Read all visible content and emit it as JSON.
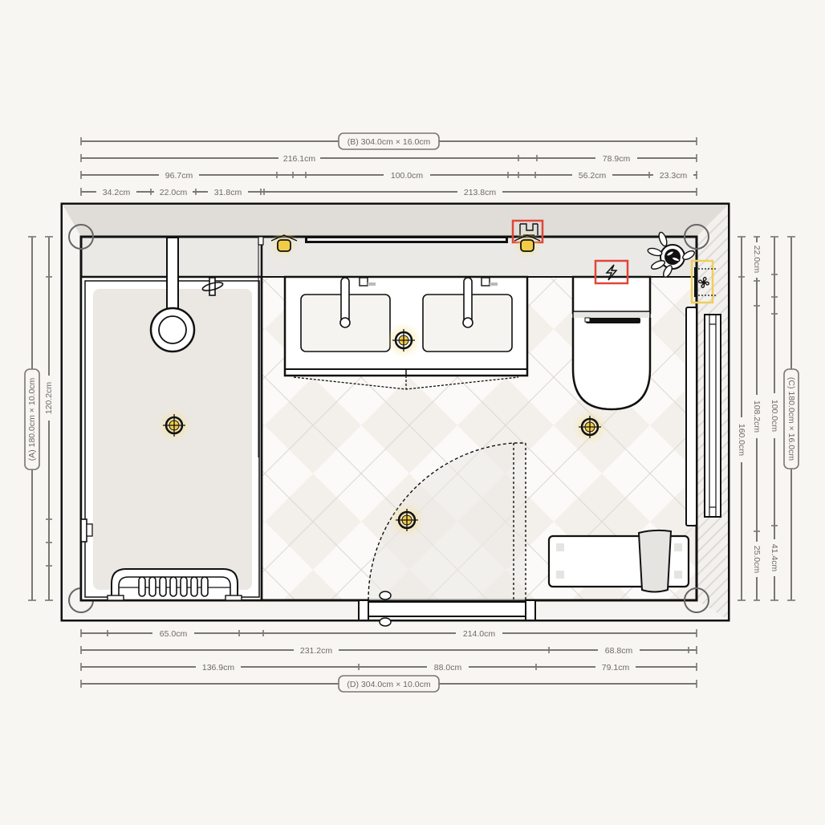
{
  "plan": {
    "title": "Bathroom floor plan",
    "colors": {
      "background": "#f8f6f3",
      "wall_fill": "#e0ddd8",
      "floor_tile_light": "#fbfaf8",
      "floor_tile_dark": "#f2efeb",
      "shower_fill": "#ebe8e4",
      "fixture_fill": "#ffffff",
      "light_yellow": "#f2cc47",
      "highlight_red": "#e0463a",
      "highlight_yellow": "#efcf5a",
      "dimension_gray": "#7a7672",
      "outline": "#111111"
    },
    "walls": {
      "A": "(A) 180.0cm × 10.0cm",
      "B": "(B) 304.0cm × 16.0cm",
      "C": "(C) 180.0cm × 16.0cm",
      "D": "(D) 304.0cm × 10.0cm"
    },
    "top_dimensions": {
      "row1": {
        "label": "(B) 304.0cm × 16.0cm"
      },
      "row2": [
        "216.1cm",
        "78.9cm"
      ],
      "row3": [
        "96.7cm",
        "100.0cm",
        "56.2cm",
        "23.3cm"
      ],
      "row4": [
        "34.2cm",
        "22.0cm",
        "31.8cm",
        "213.8cm"
      ]
    },
    "bottom_dimensions": {
      "row1": [
        "65.0cm",
        "214.0cm"
      ],
      "row2": [
        "231.2cm",
        "68.8cm"
      ],
      "row3": [
        "136.9cm",
        "88.0cm",
        "79.1cm"
      ],
      "row4": {
        "label": "(D) 304.0cm × 10.0cm"
      }
    },
    "left_dimensions": {
      "outer": {
        "label": "(A) 180.0cm × 10.0cm"
      },
      "inner": [
        "120.2cm"
      ]
    },
    "right_dimensions": {
      "col1": [
        "160.0cm"
      ],
      "col2": [
        "22.0cm",
        "108.2cm",
        "25.0cm"
      ],
      "col3": [
        "100.0cm",
        "41.4cm"
      ],
      "col4": {
        "label": "(C) 180.0cm × 16.0cm"
      }
    },
    "fixtures": [
      {
        "name": "shower",
        "icon": "rain-shower-head-icon"
      },
      {
        "name": "double-vanity",
        "icon": "double-sink-icon"
      },
      {
        "name": "toilet",
        "icon": "toilet-icon"
      },
      {
        "name": "towel-radiator",
        "icon": "radiator-icon"
      },
      {
        "name": "bench",
        "icon": "bench-icon"
      },
      {
        "name": "door",
        "icon": "door-swing-icon"
      },
      {
        "name": "plant",
        "icon": "plant-icon"
      },
      {
        "name": "heated-towel-rail",
        "icon": "towel-rail-icon"
      }
    ],
    "markers": {
      "power_outlet": "lightning-icon",
      "exhaust_fan": "fan-icon",
      "shaver_socket": "socket-icon",
      "ceiling_lights": 4,
      "wall_lights": 2
    }
  }
}
